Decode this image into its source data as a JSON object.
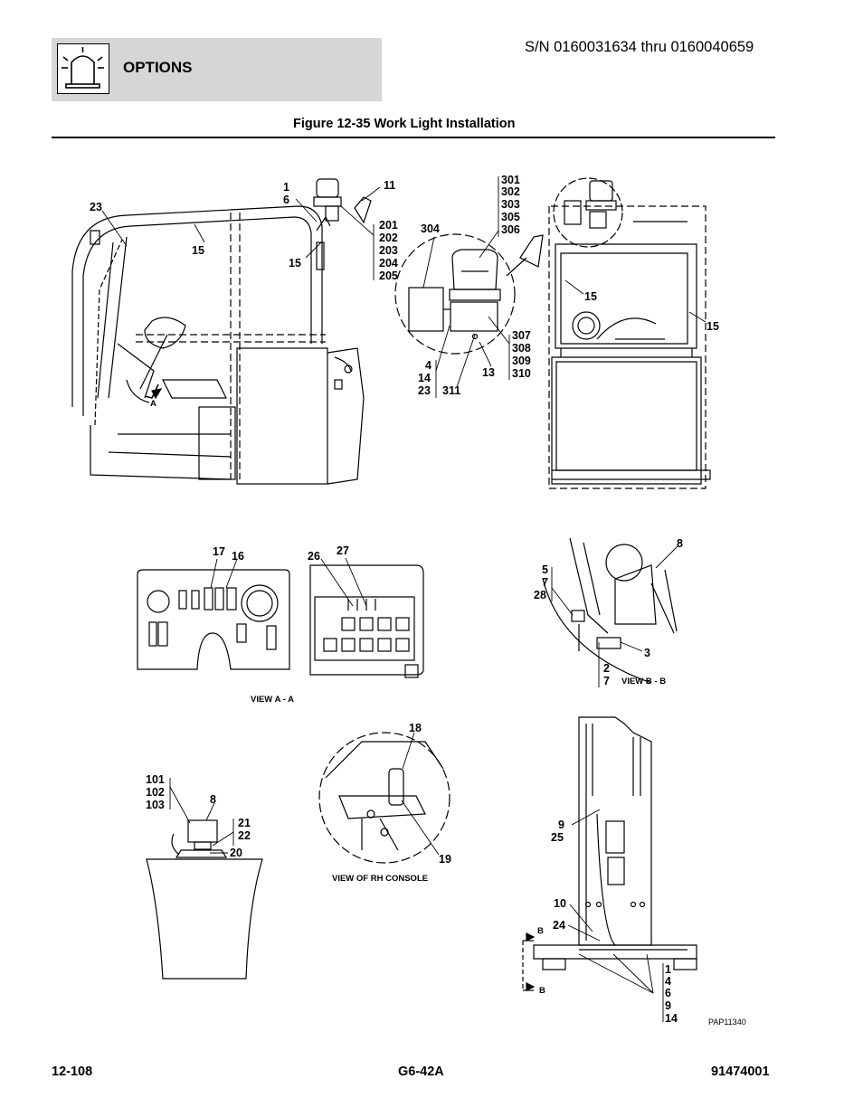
{
  "header": {
    "section": "OPTIONS",
    "serial": "S/N 0160031634 thru 0160040659",
    "figure_title": "Figure 12-35 Work Light Installation",
    "icon": "work-light-icon"
  },
  "footer": {
    "page": "12-108",
    "model": "G6-42A",
    "doc_number": "91474001"
  },
  "drawing": {
    "callouts": {
      "c23a": "23",
      "c1a": "1",
      "c6a": "6",
      "c11": "11",
      "c15a": "15",
      "c15b": "15",
      "c201": "201",
      "c202": "202",
      "c203": "203",
      "c204": "204",
      "c205": "205",
      "c304": "304",
      "c301": "301",
      "c302": "302",
      "c303": "303",
      "c305": "305",
      "c306": "306",
      "c307": "307",
      "c308": "308",
      "c309": "309",
      "c310": "310",
      "c4a": "4",
      "c14a": "14",
      "c23b": "23",
      "c311": "311",
      "c13": "13",
      "c15c": "15",
      "c15d": "15",
      "c17": "17",
      "c16": "16",
      "c26": "26",
      "c27": "27",
      "c8a": "8",
      "c5": "5",
      "c7a": "7",
      "c28": "28",
      "c3": "3",
      "c2": "2",
      "c7b": "7",
      "c18": "18",
      "c19": "19",
      "c101": "101",
      "c102": "102",
      "c103": "103",
      "c8b": "8",
      "c21": "21",
      "c22": "22",
      "c20": "20",
      "c9a": "9",
      "c25": "25",
      "c10": "10",
      "c24": "24",
      "c1b": "1",
      "c4b": "4",
      "c6b": "6",
      "c9b": "9",
      "c14b": "14",
      "viewA": "A",
      "viewB1": "B",
      "viewB2": "B"
    },
    "view_labels": {
      "view_aa": "VIEW A - A",
      "view_bb": "VIEW B - B",
      "view_rh": "VIEW OF RH CONSOLE"
    },
    "drawing_id": "PAP11340"
  }
}
